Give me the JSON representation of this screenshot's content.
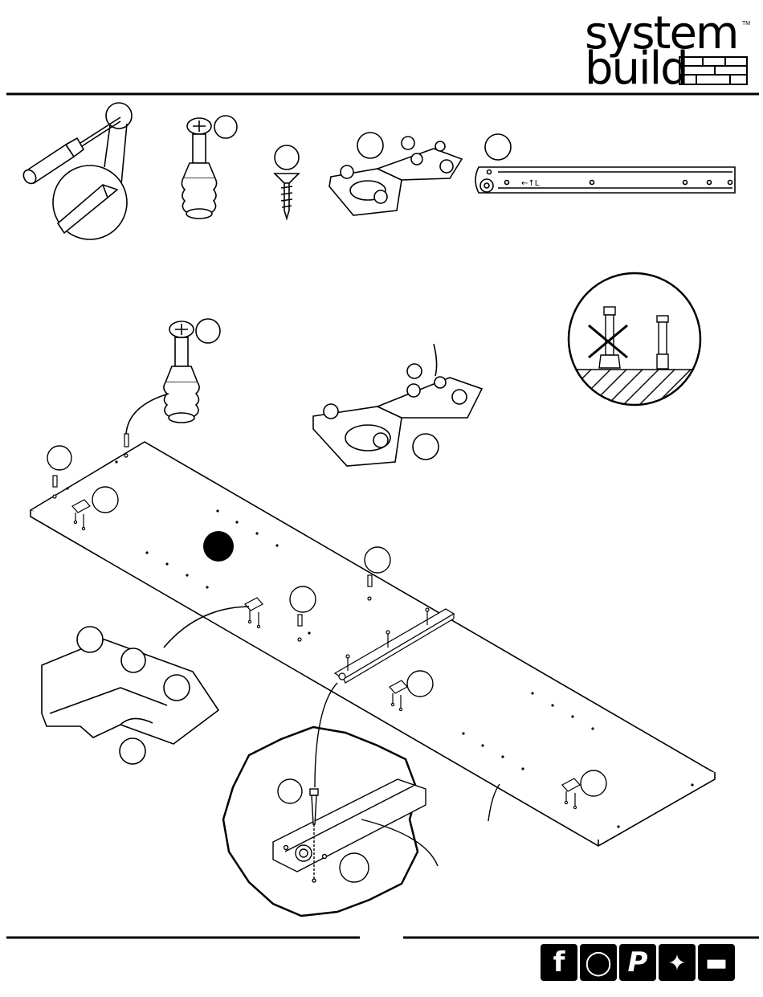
{
  "brand": {
    "line1": "system",
    "line2": "build",
    "trademark": "TM"
  },
  "parts": [
    {
      "name": "phillips-screwdriver",
      "label": ""
    },
    {
      "name": "cam-bolt",
      "label": ""
    },
    {
      "name": "wood-screw",
      "label": ""
    },
    {
      "name": "cabinet-hinge",
      "label": ""
    },
    {
      "name": "drawer-slide",
      "label": ""
    }
  ],
  "slide_marking": "←↑L",
  "social": [
    {
      "name": "facebook",
      "glyph": "f"
    },
    {
      "name": "instagram",
      "glyph": "◯"
    },
    {
      "name": "pinterest",
      "glyph": "P"
    },
    {
      "name": "twitter",
      "glyph": "✦"
    },
    {
      "name": "youtube",
      "glyph": "▬"
    }
  ],
  "colors": {
    "ink": "#000000",
    "paper": "#ffffff"
  }
}
